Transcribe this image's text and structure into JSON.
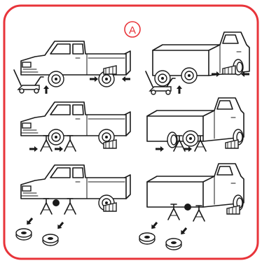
{
  "colors": {
    "frame": "#e8343a",
    "line": "#1a1a1a",
    "background": "#ffffff"
  },
  "badge": {
    "label": "A"
  },
  "steps": [
    {
      "row": 1,
      "side": "front",
      "scene": "jack-lifts-front-chocks-rear"
    },
    {
      "row": 1,
      "side": "rear",
      "scene": "jack-lifts-rear-chocks-front"
    },
    {
      "row": 2,
      "side": "front",
      "scene": "stands-under-front"
    },
    {
      "row": 2,
      "side": "rear",
      "scene": "stands-under-rear"
    },
    {
      "row": 3,
      "side": "front",
      "scene": "front-wheel-removed"
    },
    {
      "row": 3,
      "side": "rear",
      "scene": "rear-wheel-removed"
    }
  ],
  "icons": [
    "floor-jack-icon",
    "wheel-chock-icon",
    "jack-stand-icon",
    "arrow-icon",
    "wheel-icon"
  ]
}
